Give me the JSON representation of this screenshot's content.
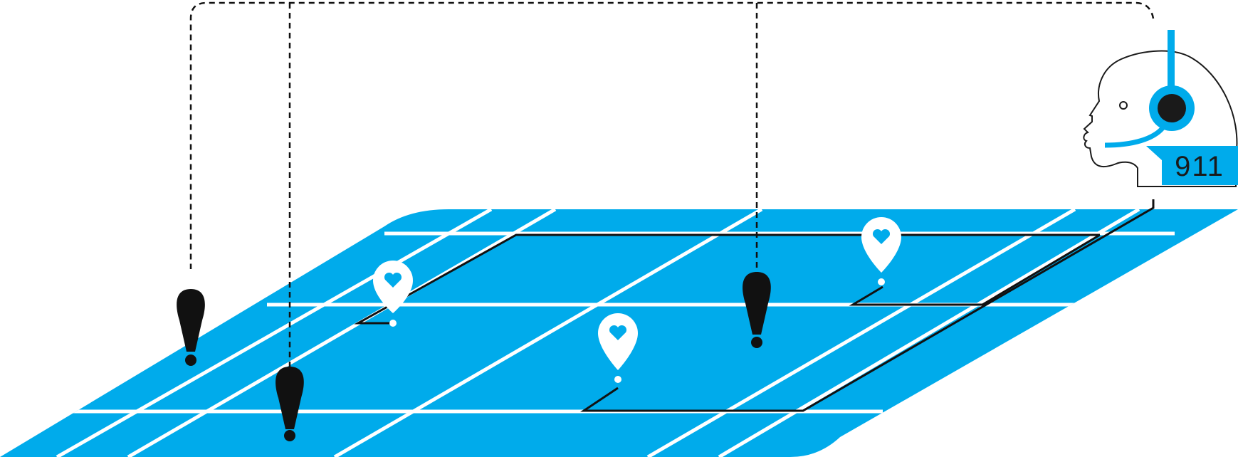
{
  "colors": {
    "map_fill": "#00abeb",
    "street": "#ffffff",
    "route": "#111111",
    "dashed_link": "#111111",
    "alert_marker": "#111111",
    "headset": "#00abeb",
    "label_bg": "#00abeb",
    "label_text": "#1a1a1a"
  },
  "dispatcher": {
    "icon": "dispatcher-headset-icon",
    "label": "911"
  },
  "markers": {
    "alerts": [
      {
        "name": "alert-marker-1",
        "icon": "exclamation-icon"
      },
      {
        "name": "alert-marker-2",
        "icon": "exclamation-icon"
      },
      {
        "name": "alert-marker-3",
        "icon": "exclamation-icon"
      }
    ],
    "responders": [
      {
        "name": "heart-pin-1",
        "icon": "heart-location-pin-icon"
      },
      {
        "name": "heart-pin-2",
        "icon": "heart-location-pin-icon"
      },
      {
        "name": "heart-pin-3",
        "icon": "heart-location-pin-icon"
      }
    ]
  }
}
